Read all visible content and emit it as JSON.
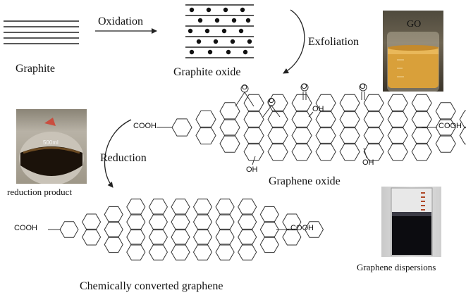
{
  "labels": {
    "graphite": "Graphite",
    "oxidation": "Oxidation",
    "graphite_oxide": "Graphite oxide",
    "exfoliation": "Exfoliation",
    "go_photo_text": "GO",
    "graphene_oxide": "Graphene oxide",
    "reduction": "Reduction",
    "reduction_product": "reduction product",
    "flask_marking": "500ml",
    "cooh_left_go": "COOH",
    "cooh_right_go": "COOH",
    "oh_top": "OH",
    "oh_bottom_left": "OH",
    "oh_bottom_right": "OH",
    "oxygen_ketone_1": "O",
    "oxygen_ketone_2": "O",
    "oxygen_epoxide_1": "O",
    "oxygen_epoxide_2": "O",
    "cooh_left_rgo": "COOH",
    "cooh_right_rgo": "COOH",
    "chemically_converted_graphene": "Chemically converted graphene",
    "graphene_dispersions": "Graphene dispersions"
  },
  "colors": {
    "line": "#222222",
    "go_liquid": "#d9a03a",
    "reduced_liquid": "#1b120a",
    "dispersion_liquid": "#0c0c10"
  }
}
